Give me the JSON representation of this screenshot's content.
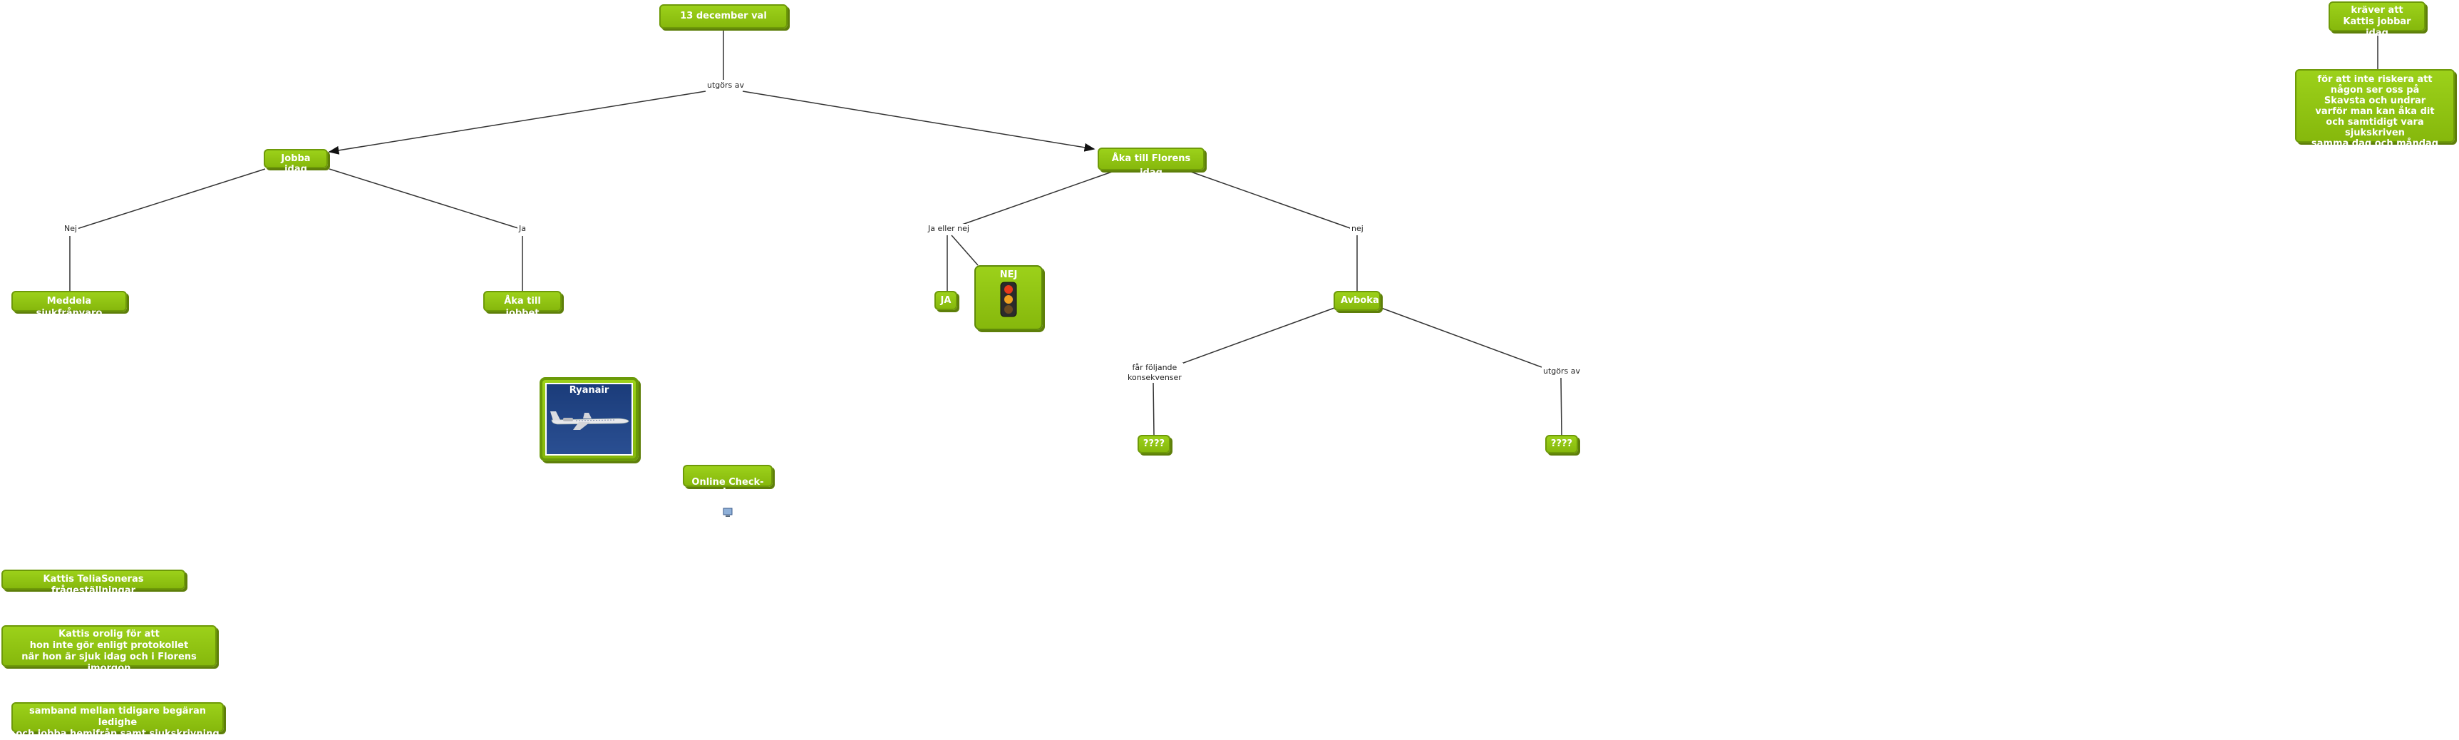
{
  "nodes": {
    "root": "13 december val",
    "jobba": "Jobba idag",
    "aka_florens": "Åka till Florens idag",
    "meddela": "Meddela sjukfrånvaro",
    "aka_jobbet": "Åka till jobbet",
    "ja": "JA",
    "nej_title": "NEJ",
    "avboka": "Avboka",
    "ryanair": "Ryanair",
    "checkin": "Online Check-In",
    "q1": "????",
    "q2": "????",
    "kraver": "kräver att\nKattis jobbar idag",
    "for_att": "för att inte riskera att\nnågon ser oss på\nSkavsta och undrar\nvarför man kan åka dit\noch samtidigt vara sjukskriven\nsamma dag och måndag",
    "telia": "Kattis TeliaSoneras frågeställningar",
    "orolig": "Kattis orolig för att\nhon inte gör enligt protokollet\nnär hon är sjuk idag och i Florens imorgon",
    "samband": "samband mellan tidigare begäran ledighe\noch jobba hemifrån samt sjukskrivning"
  },
  "labels": {
    "utgors_av_1": "utgörs av",
    "nej_1": "Nej",
    "ja_1": "Ja",
    "ja_eller_nej": "Ja eller nej",
    "nej_2": "nej",
    "far_foljande": "får följande\nkonsekvenser",
    "utgors_av_2": "utgörs av"
  },
  "colors": {
    "node_fill": "#95c716",
    "node_border": "#6e9a08",
    "text": "#ffffff",
    "link": "#333333"
  },
  "icons": {
    "traffic_light": "traffic-light-icon",
    "airplane": "airplane-icon",
    "checkin": "computer-icon"
  }
}
